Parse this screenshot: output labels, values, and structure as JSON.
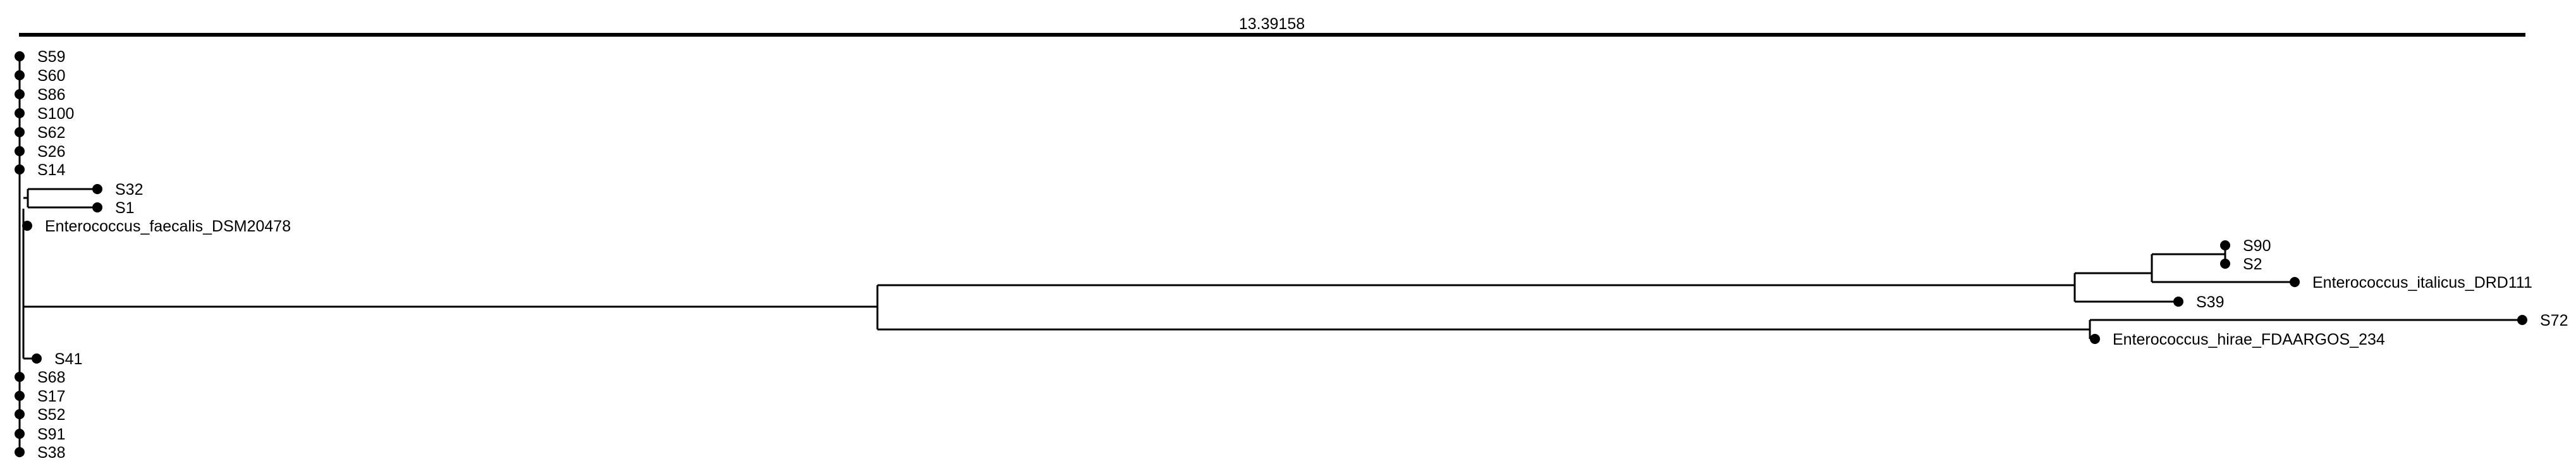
{
  "scale_bar": {
    "label": "13.39158"
  },
  "tips": [
    {
      "id": "S59",
      "label": "S59"
    },
    {
      "id": "S60",
      "label": "S60"
    },
    {
      "id": "S86",
      "label": "S86"
    },
    {
      "id": "S100",
      "label": "S100"
    },
    {
      "id": "S62",
      "label": "S62"
    },
    {
      "id": "S26",
      "label": "S26"
    },
    {
      "id": "S14",
      "label": "S14"
    },
    {
      "id": "S32",
      "label": "S32"
    },
    {
      "id": "S1",
      "label": "S1"
    },
    {
      "id": "Efaecalis",
      "label": "Enterococcus_faecalis_DSM20478"
    },
    {
      "id": "S90",
      "label": "S90"
    },
    {
      "id": "S2",
      "label": "S2"
    },
    {
      "id": "Eitalicus",
      "label": "Enterococcus_italicus_DRD111"
    },
    {
      "id": "S39",
      "label": "S39"
    },
    {
      "id": "S72",
      "label": "S72"
    },
    {
      "id": "Ehirae",
      "label": "Enterococcus_hirae_FDAARGOS_234"
    },
    {
      "id": "S41",
      "label": "S41"
    },
    {
      "id": "S68",
      "label": "S68"
    },
    {
      "id": "S17",
      "label": "S17"
    },
    {
      "id": "S52",
      "label": "S52"
    },
    {
      "id": "S91",
      "label": "S91"
    },
    {
      "id": "S38",
      "label": "S38"
    }
  ]
}
